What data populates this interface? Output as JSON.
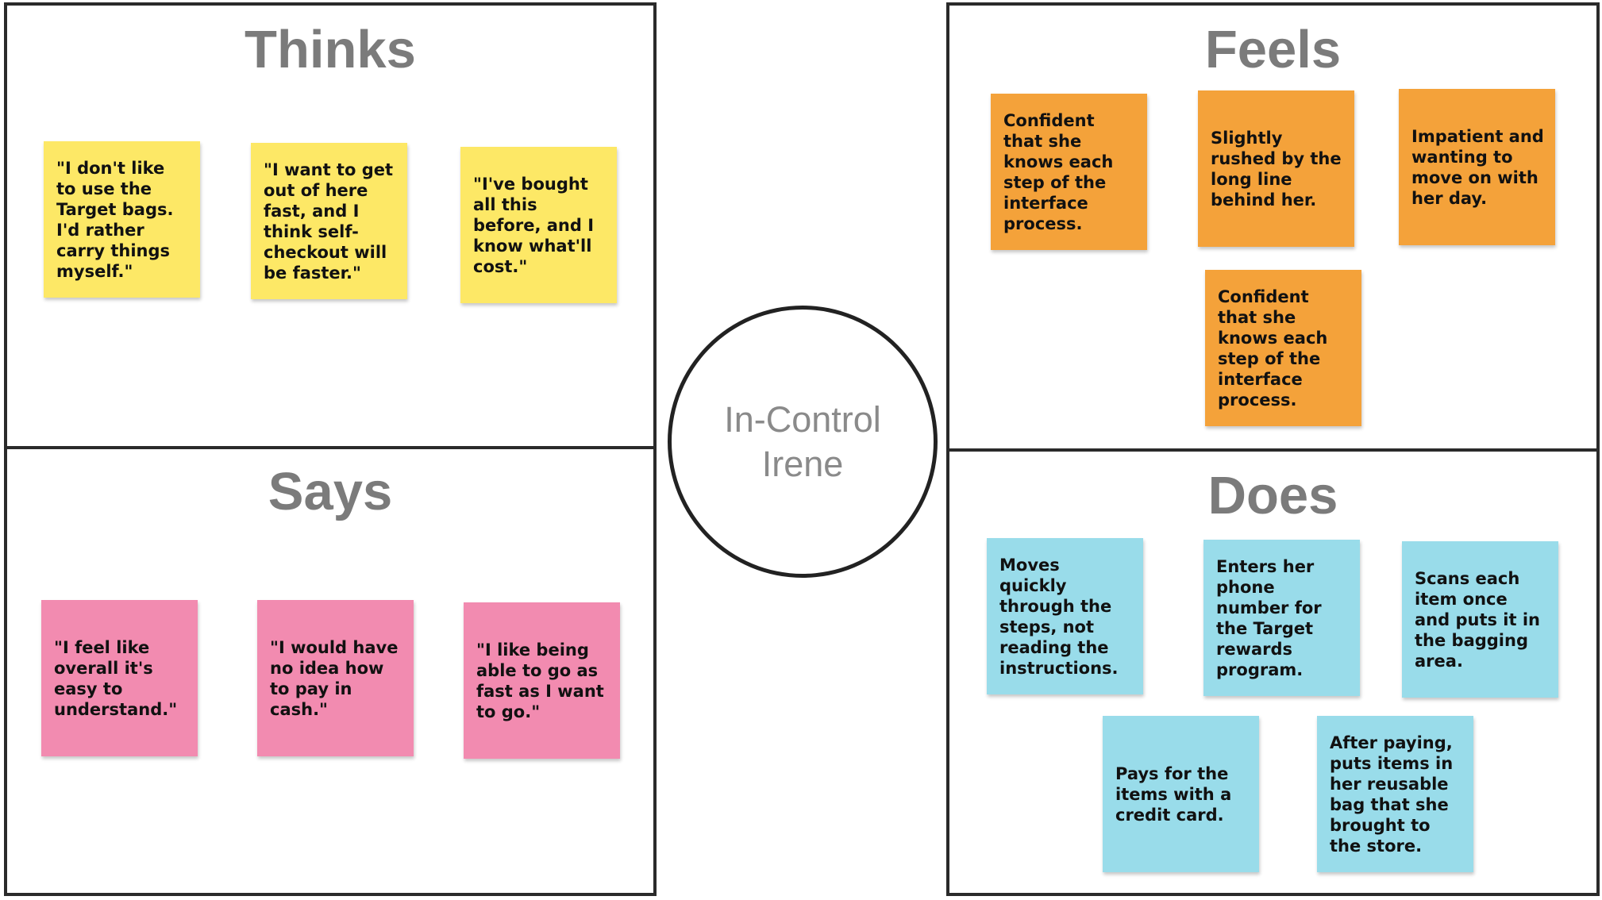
{
  "center": {
    "line1": "In-Control",
    "line2": "Irene"
  },
  "colors": {
    "yellow": "#fde866",
    "pink": "#f28bb0",
    "orange": "#f4a23a",
    "blue": "#99dcea"
  },
  "thinks": {
    "title": "Thinks",
    "notes": [
      "\"I don't like to use the Target bags. I'd rather carry things myself.\"",
      "\"I want to get out of here fast, and I think self-checkout will be faster.\"",
      "\"I've bought all this before, and I know what'll cost.\""
    ]
  },
  "feels": {
    "title": "Feels",
    "notes": [
      "Confident that she knows each step of the interface process.",
      "Slightly rushed by the long line behind her.",
      "Impatient and wanting to move on with her day.",
      "Confident that she knows each step of the interface process."
    ]
  },
  "says": {
    "title": "Says",
    "notes": [
      "\"I feel like overall it's easy to understand.\"",
      "\"I would have no idea how to pay in cash.\"",
      "\"I like being able to go as fast as I want to go.\""
    ]
  },
  "does": {
    "title": "Does",
    "notes": [
      "Moves quickly through the steps, not reading the instructions.",
      "Enters her phone number for the Target rewards program.",
      "Scans each item once and puts it in the bagging area.",
      "Pays for the items with a credit card.",
      "After paying, puts items in her reusable bag that she brought to the store."
    ]
  }
}
